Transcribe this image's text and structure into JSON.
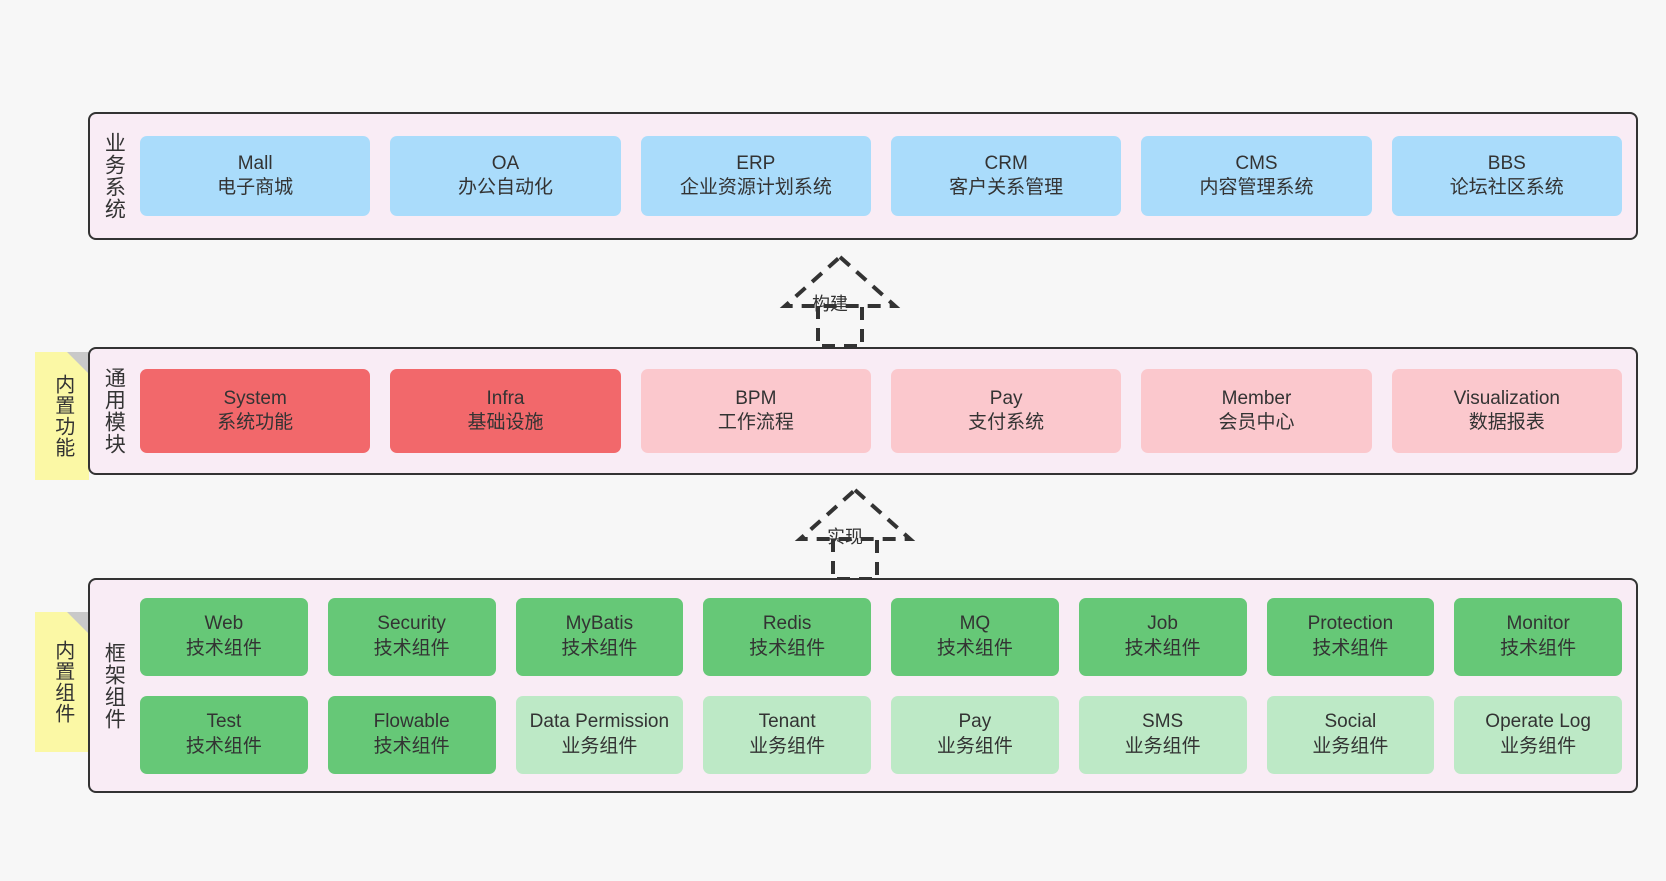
{
  "diagram": {
    "background_color": "#f7f7f7",
    "layer_fill": "#f9ecf5",
    "note_fill": "#fbf8a5"
  },
  "notes": [
    {
      "id": "built-in-functions",
      "label": "内置功能"
    },
    {
      "id": "built-in-components",
      "label": "内置组件"
    }
  ],
  "connectors": [
    {
      "id": "build",
      "label": "构建",
      "style": "dashed-hollow-arrow-up"
    },
    {
      "id": "implement",
      "label": "实现",
      "style": "dashed-hollow-arrow-up"
    }
  ],
  "layers": [
    {
      "id": "business-system",
      "title": "业务系统",
      "color": "#aadcfb",
      "rows": [
        {
          "cards": [
            {
              "en": "Mall",
              "cn": "电子商城",
              "color": "#aadcfb"
            },
            {
              "en": "OA",
              "cn": "办公自动化",
              "color": "#aadcfb"
            },
            {
              "en": "ERP",
              "cn": "企业资源计划系统",
              "color": "#aadcfb"
            },
            {
              "en": "CRM",
              "cn": "客户关系管理",
              "color": "#aadcfb"
            },
            {
              "en": "CMS",
              "cn": "内容管理系统",
              "color": "#aadcfb"
            },
            {
              "en": "BBS",
              "cn": "论坛社区系统",
              "color": "#aadcfb"
            }
          ]
        }
      ]
    },
    {
      "id": "common-modules",
      "title": "通用模块",
      "color": "#f2686b",
      "rows": [
        {
          "cards": [
            {
              "en": "System",
              "cn": "系统功能",
              "color": "#f2686b"
            },
            {
              "en": "Infra",
              "cn": "基础设施",
              "color": "#f2686b"
            },
            {
              "en": "BPM",
              "cn": "工作流程",
              "color": "#fbc8cd"
            },
            {
              "en": "Pay",
              "cn": "支付系统",
              "color": "#fbc8cd"
            },
            {
              "en": "Member",
              "cn": "会员中心",
              "color": "#fbc8cd"
            },
            {
              "en": "Visualization",
              "cn": "数据报表",
              "color": "#fbc8cd"
            }
          ]
        }
      ]
    },
    {
      "id": "framework-components",
      "title": "框架组件",
      "color": "#66c877",
      "rows": [
        {
          "cards": [
            {
              "en": "Web",
              "cn": "技术组件",
              "color": "#66c877"
            },
            {
              "en": "Security",
              "cn": "技术组件",
              "color": "#66c877"
            },
            {
              "en": "MyBatis",
              "cn": "技术组件",
              "color": "#66c877"
            },
            {
              "en": "Redis",
              "cn": "技术组件",
              "color": "#66c877"
            },
            {
              "en": "MQ",
              "cn": "技术组件",
              "color": "#66c877"
            },
            {
              "en": "Job",
              "cn": "技术组件",
              "color": "#66c877"
            },
            {
              "en": "Protection",
              "cn": "技术组件",
              "color": "#66c877"
            },
            {
              "en": "Monitor",
              "cn": "技术组件",
              "color": "#66c877"
            }
          ]
        },
        {
          "cards": [
            {
              "en": "Test",
              "cn": "技术组件",
              "color": "#66c877"
            },
            {
              "en": "Flowable",
              "cn": "技术组件",
              "color": "#66c877"
            },
            {
              "en": "Data Permission",
              "cn": "业务组件",
              "color": "#bde9c6"
            },
            {
              "en": "Tenant",
              "cn": "业务组件",
              "color": "#bde9c6"
            },
            {
              "en": "Pay",
              "cn": "业务组件",
              "color": "#bde9c6"
            },
            {
              "en": "SMS",
              "cn": "业务组件",
              "color": "#bde9c6"
            },
            {
              "en": "Social",
              "cn": "业务组件",
              "color": "#bde9c6"
            },
            {
              "en": "Operate Log",
              "cn": "业务组件",
              "color": "#bde9c6"
            }
          ]
        }
      ]
    }
  ]
}
